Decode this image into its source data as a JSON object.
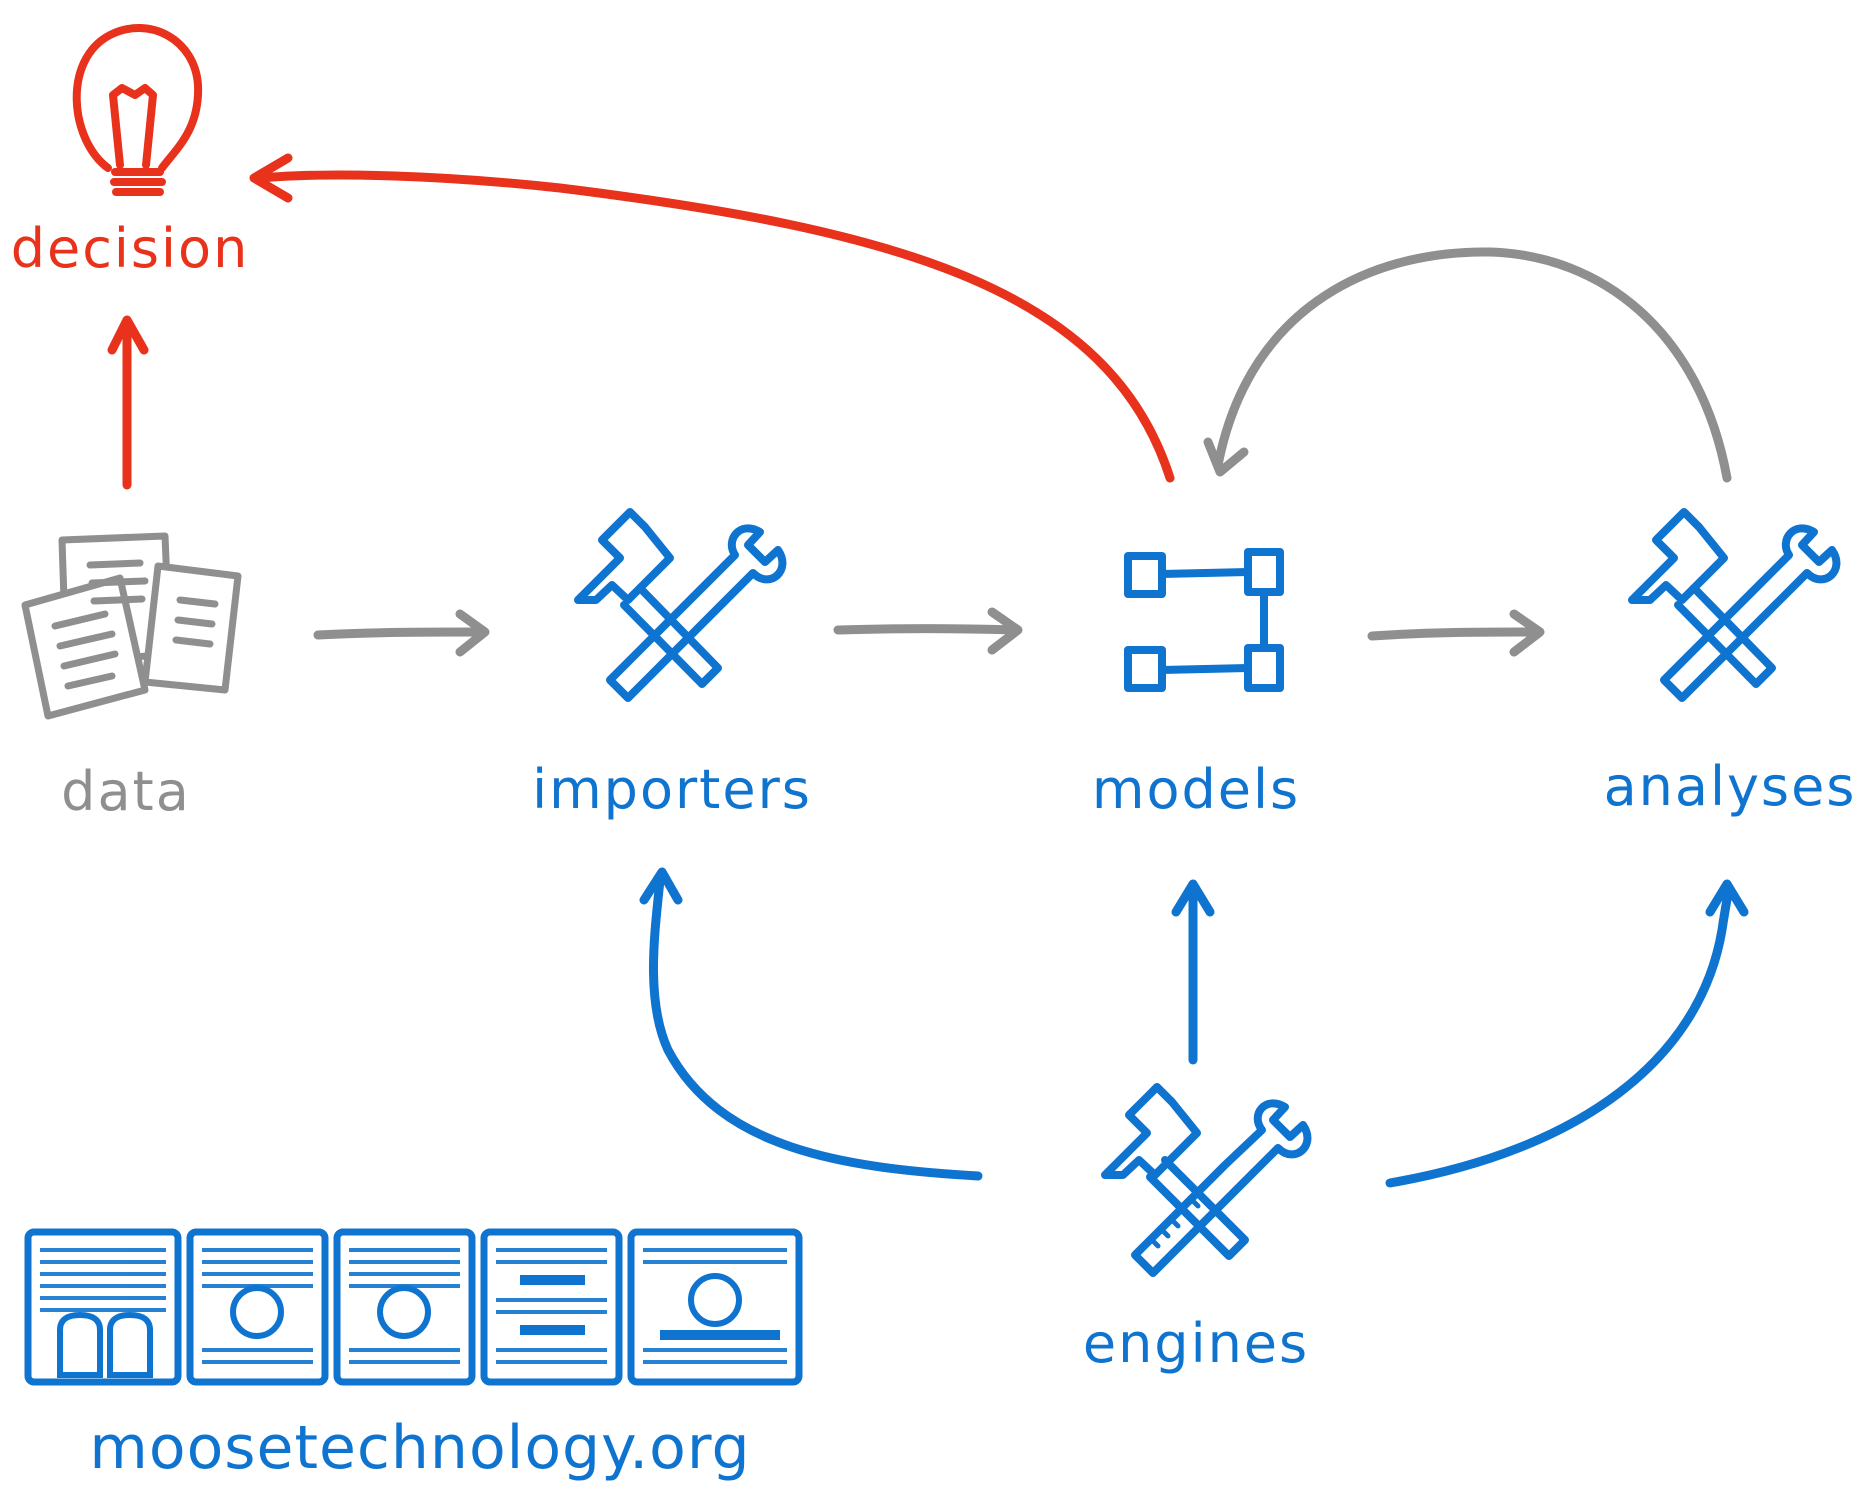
{
  "nodes": {
    "decision": {
      "label": "decision",
      "icon": "lightbulb-icon",
      "color": "#e8321b"
    },
    "data": {
      "label": "data",
      "icon": "documents-icon",
      "color": "#8f8f8f"
    },
    "importers": {
      "label": "importers",
      "icon": "tools-icon",
      "color": "#0f74cf"
    },
    "models": {
      "label": "models",
      "icon": "model-graph-icon",
      "color": "#0f74cf"
    },
    "analyses": {
      "label": "analyses",
      "icon": "tools-icon",
      "color": "#0f74cf"
    },
    "engines": {
      "label": "engines",
      "icon": "engine-tools-icon",
      "color": "#0f74cf"
    }
  },
  "edges": [
    {
      "from": "data",
      "to": "importers",
      "color": "#8f8f8f"
    },
    {
      "from": "importers",
      "to": "models",
      "color": "#8f8f8f"
    },
    {
      "from": "models",
      "to": "analyses",
      "color": "#8f8f8f"
    },
    {
      "from": "analyses",
      "to": "models",
      "color": "#8f8f8f"
    },
    {
      "from": "data",
      "to": "decision",
      "color": "#e8321b"
    },
    {
      "from": "models",
      "to": "decision",
      "color": "#e8321b"
    },
    {
      "from": "engines",
      "to": "importers",
      "color": "#0f74cf"
    },
    {
      "from": "engines",
      "to": "models",
      "color": "#0f74cf"
    },
    {
      "from": "engines",
      "to": "analyses",
      "color": "#0f74cf"
    }
  ],
  "logo": {
    "text": "moose",
    "url": "moosetechnology.org"
  }
}
